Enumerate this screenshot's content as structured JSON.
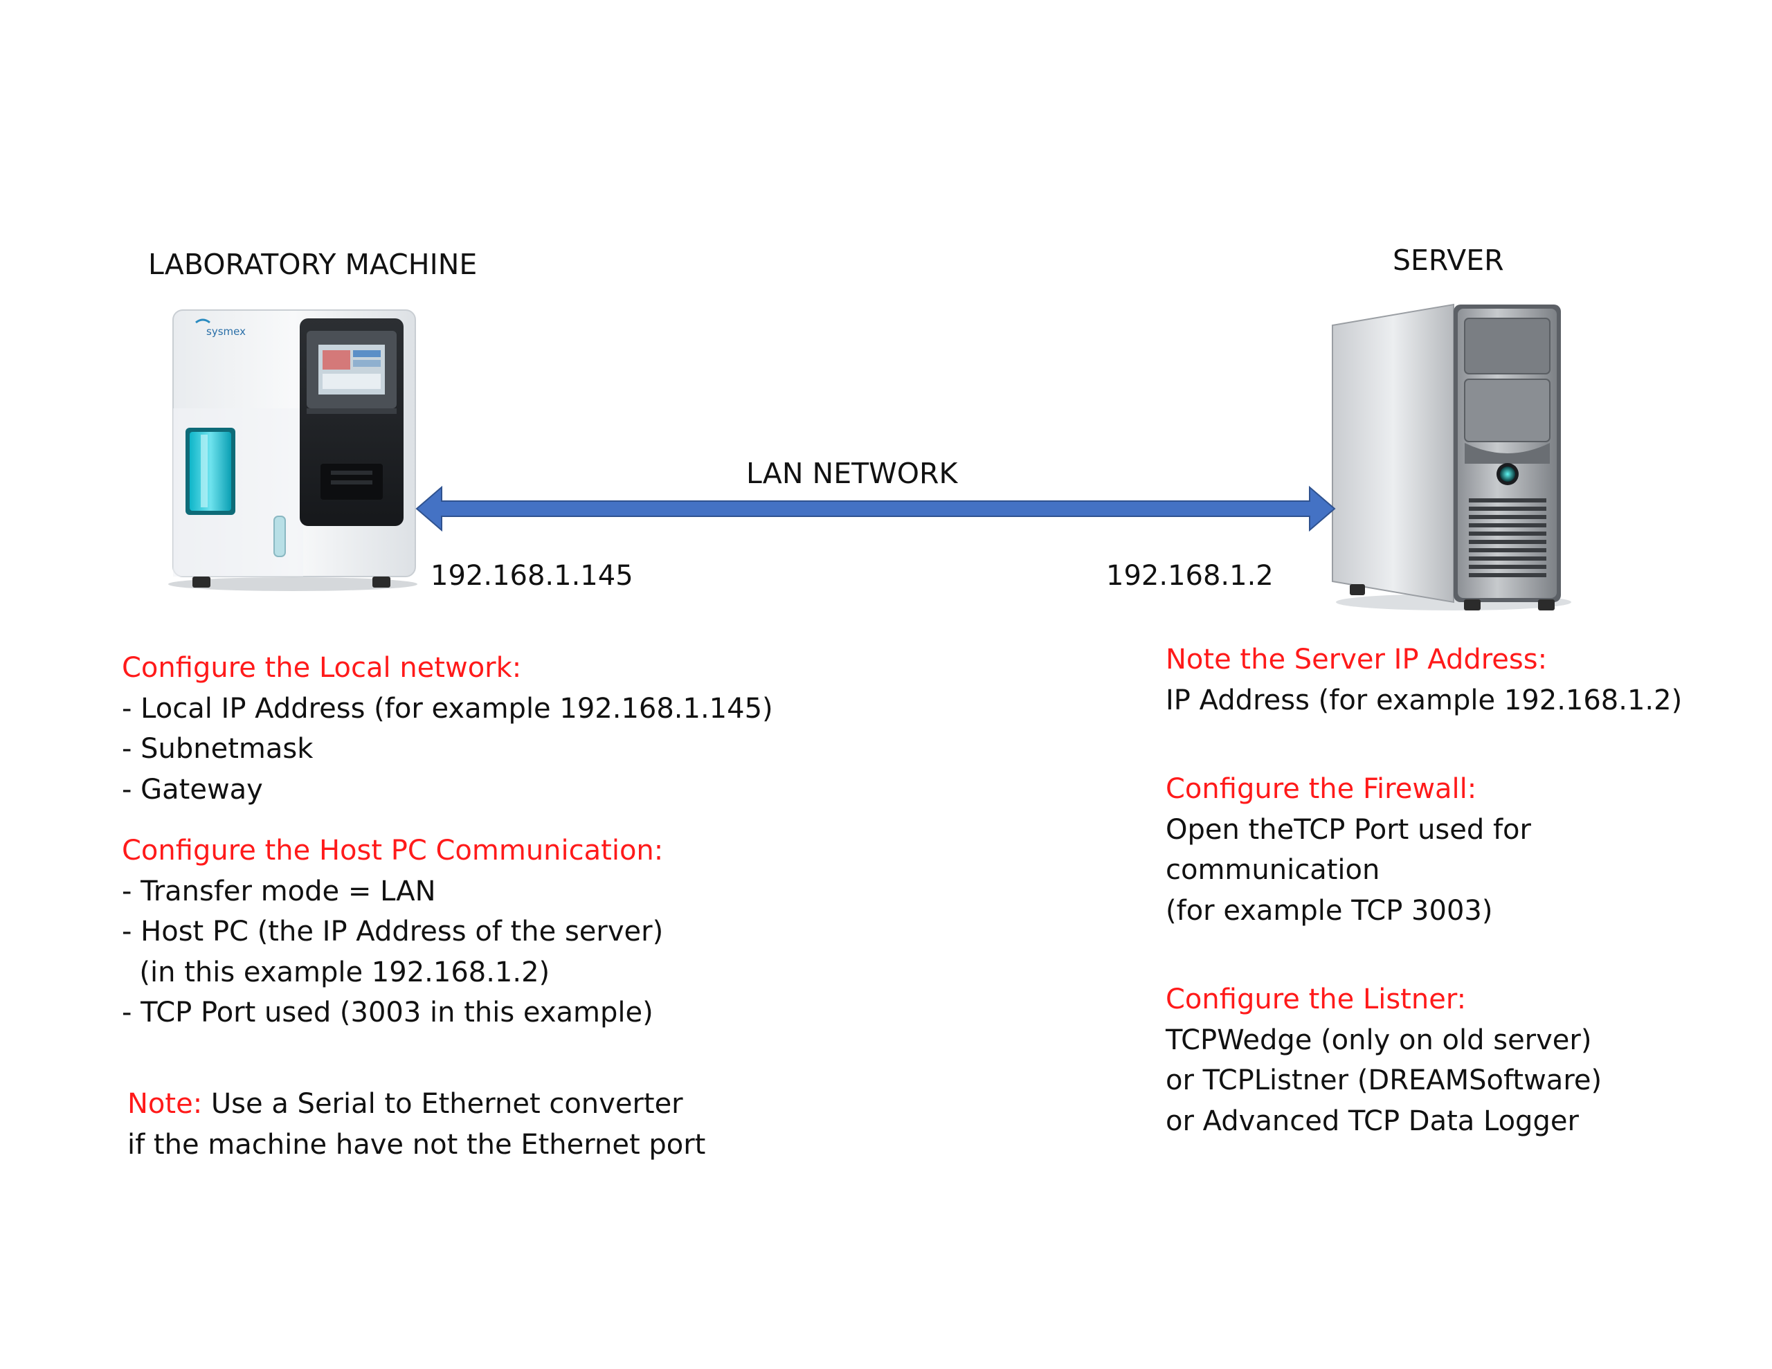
{
  "labels": {
    "machine_title": "LABORATORY MACHINE",
    "server_title": "SERVER",
    "network_label": "LAN NETWORK",
    "machine_ip": "192.168.1.145",
    "server_ip": "192.168.1.2"
  },
  "machine_brand": "sysmex",
  "colors": {
    "heading": "#ff1a1a",
    "text": "#111111",
    "arrow": "#4472c4",
    "arrow_stroke": "#2f528f"
  },
  "left_notes": {
    "local_network": {
      "heading": "Configure the Local network:",
      "items": [
        "- Local IP Address (for example 192.168.1.145)",
        "- Subnetmask",
        "- Gateway"
      ]
    },
    "host_pc": {
      "heading": "Configure the Host PC Communication:",
      "items": [
        "- Transfer mode = LAN",
        "- Host PC (the IP Address of the server)",
        "  (in this example 192.168.1.2)",
        "- TCP Port used (3003 in this example)"
      ]
    },
    "note": {
      "prefix": "Note:",
      "text": " Use a Serial to Ethernet converter",
      "line2": "if the machine have not the Ethernet port"
    }
  },
  "right_notes": {
    "server_ip": {
      "heading": "Note the Server IP Address:",
      "items": [
        "IP Address (for example 192.168.1.2)"
      ]
    },
    "firewall": {
      "heading": "Configure the Firewall:",
      "items": [
        "Open theTCP Port used for",
        "communication",
        "(for example TCP 3003)"
      ]
    },
    "listener": {
      "heading": "Configure the Listner:",
      "items": [
        "TCPWedge (only on old server)",
        "or TCPListner (DREAMSoftware)",
        "or Advanced TCP Data Logger"
      ]
    }
  }
}
